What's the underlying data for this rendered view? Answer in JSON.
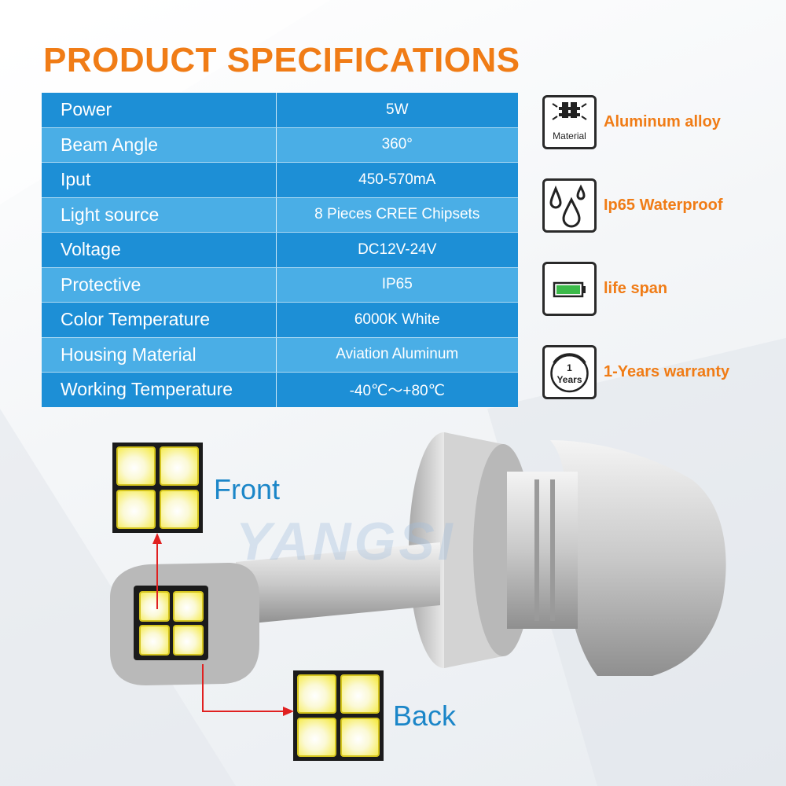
{
  "title": "PRODUCT SPECIFICATIONS",
  "specs": [
    {
      "label": "Power",
      "value": "5W"
    },
    {
      "label": "Beam Angle",
      "value": "360°"
    },
    {
      "label": "Iput",
      "value": "450-570mA"
    },
    {
      "label": "Light source",
      "value": "8 Pieces CREE Chipsets"
    },
    {
      "label": "Voltage",
      "value": "DC12V-24V"
    },
    {
      "label": "Protective",
      "value": "IP65"
    },
    {
      "label": "Color Temperature",
      "value": "6000K  White"
    },
    {
      "label": "Housing Material",
      "value": "Aviation Aluminum"
    },
    {
      "label": "Working Temperature",
      "value": "-40℃～+80℃"
    }
  ],
  "features": [
    {
      "icon": "material-icon",
      "icon_text": "Material",
      "text": "Aluminum alloy"
    },
    {
      "icon": "water-drops-icon",
      "text": "Ip65   Waterproof"
    },
    {
      "icon": "battery-icon",
      "text": "life span"
    },
    {
      "icon": "warranty-badge-icon",
      "icon_text_top": "1",
      "icon_text_bottom": "Years",
      "text": "1-Years warranty"
    }
  ],
  "product": {
    "front_label": "Front",
    "back_label": "Back",
    "watermark": "YANGSI"
  },
  "colors": {
    "accent": "#f07c16",
    "table_dark": "#1d8fd6",
    "table_light": "#4aaee6",
    "label_blue": "#1b86c8",
    "arrow_red": "#e02020"
  }
}
